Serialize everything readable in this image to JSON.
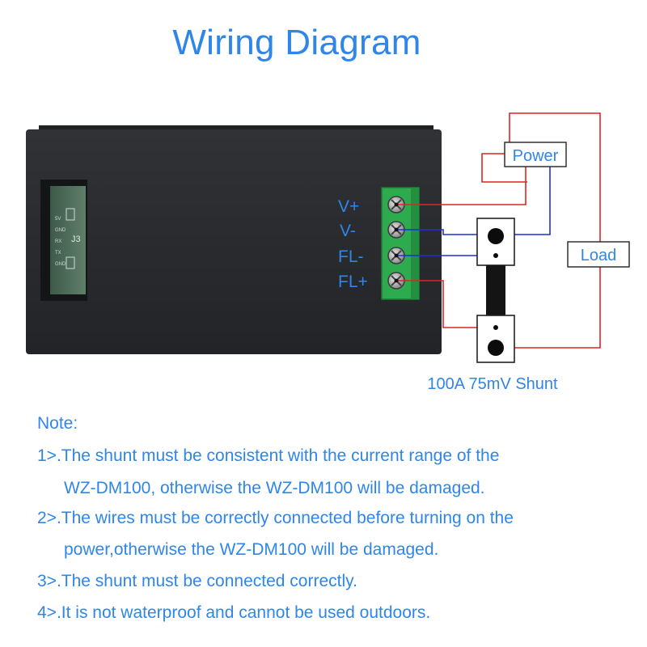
{
  "title": "Wiring Diagram",
  "device": {
    "board_label": "J3",
    "board_pins": [
      "5V",
      "GND",
      "RX",
      "TX",
      "GND"
    ]
  },
  "terminals": [
    "V+",
    "V-",
    "FL-",
    "FL+"
  ],
  "boxes": {
    "power": "Power",
    "load": "Load"
  },
  "shunt_label": "100A 75mV Shunt",
  "colors": {
    "accent_text": "#2f86e8",
    "wire_positive": "#e02424",
    "wire_negative": "#1f2fd6",
    "device_body": "#2b2d30",
    "terminal_block": "#2eab4e"
  },
  "notes": {
    "heading": "Note:",
    "items": [
      {
        "line1": "1>.The shunt must be consistent with the current range of the",
        "line2": "WZ-DM100, otherwise the WZ-DM100 will be damaged."
      },
      {
        "line1": "2>.The wires must be correctly connected before turning on the",
        "line2": "power,otherwise the WZ-DM100 will be damaged."
      },
      {
        "line1": "3>.The shunt must be connected correctly.",
        "line2": ""
      },
      {
        "line1": "4>.It is not waterproof and cannot be used outdoors.",
        "line2": ""
      }
    ]
  }
}
